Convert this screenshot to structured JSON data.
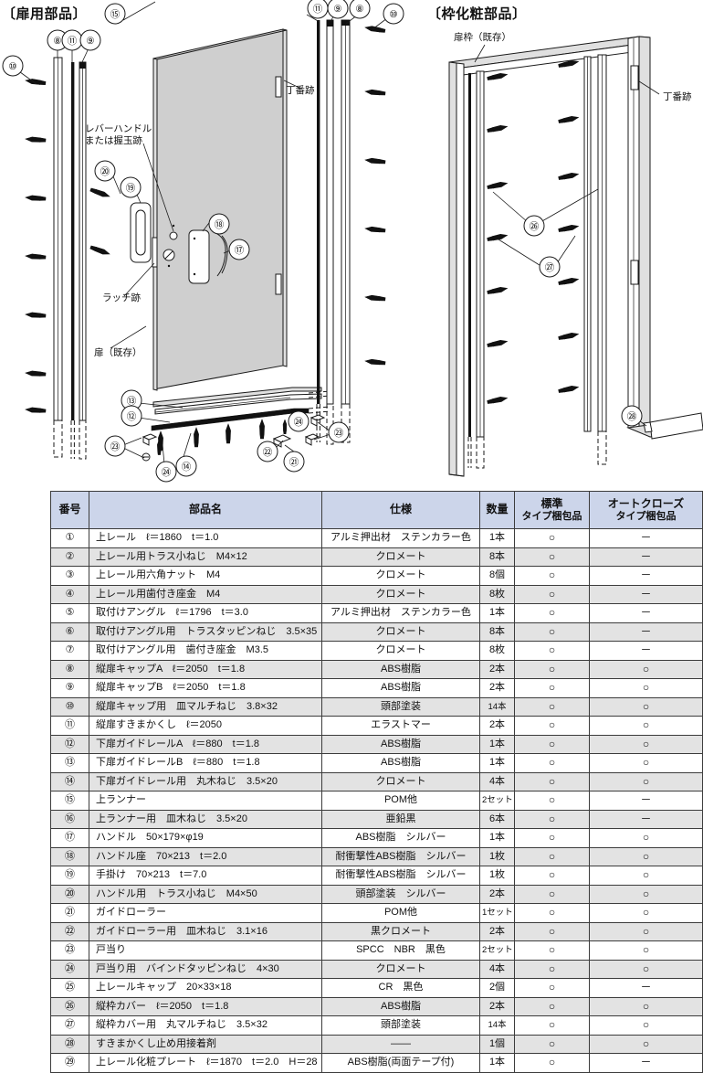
{
  "diagram": {
    "section_titles": {
      "door": "〔扉用部品〕",
      "frame": "〔枠化粧部品〕"
    },
    "labels": {
      "hinge_mark_left": "丁番跡",
      "lever_handle": "レバーハンドル\nまたは握玉跡",
      "latch_mark": "ラッチ跡",
      "door_existing": "扉（既存）",
      "frame_existing": "扉枠（既存）",
      "hinge_mark_right": "丁番跡"
    },
    "callouts": [
      "8",
      "9",
      "10",
      "11",
      "12",
      "13",
      "14",
      "15",
      "17",
      "18",
      "19",
      "20",
      "21",
      "22",
      "23",
      "24",
      "26",
      "27",
      "28"
    ]
  },
  "table": {
    "headers": {
      "no": "番号",
      "name": "部品名",
      "spec": "仕様",
      "qty": "数量",
      "std_top": "標準",
      "std_bottom": "タイプ梱包品",
      "auto_top": "オートクローズ",
      "auto_bottom": "タイプ梱包品"
    },
    "rows": [
      {
        "no": "①",
        "name": "上レール　ℓ＝1860　t＝1.0",
        "spec": "アルミ押出材　ステンカラー色",
        "qty": "1本",
        "std": "○",
        "auto": "－"
      },
      {
        "no": "②",
        "name": "上レール用トラス小ねじ　M4×12",
        "spec": "クロメート",
        "qty": "8本",
        "std": "○",
        "auto": "－"
      },
      {
        "no": "③",
        "name": "上レール用六角ナット　M4",
        "spec": "クロメート",
        "qty": "8個",
        "std": "○",
        "auto": "－"
      },
      {
        "no": "④",
        "name": "上レール用歯付き座金　M4",
        "spec": "クロメート",
        "qty": "8枚",
        "std": "○",
        "auto": "－"
      },
      {
        "no": "⑤",
        "name": "取付けアングル　ℓ＝1796　t＝3.0",
        "spec": "アルミ押出材　ステンカラー色",
        "qty": "1本",
        "std": "○",
        "auto": "－"
      },
      {
        "no": "⑥",
        "name": "取付けアングル用　トラスタッピンねじ　3.5×35",
        "spec": "クロメート",
        "qty": "8本",
        "std": "○",
        "auto": "－"
      },
      {
        "no": "⑦",
        "name": "取付けアングル用　歯付き座金　M3.5",
        "spec": "クロメート",
        "qty": "8枚",
        "std": "○",
        "auto": "－"
      },
      {
        "no": "⑧",
        "name": "縦扉キャップA　ℓ＝2050　t＝1.8",
        "spec": "ABS樹脂",
        "qty": "2本",
        "std": "○",
        "auto": "○"
      },
      {
        "no": "⑨",
        "name": "縦扉キャップB　ℓ＝2050　t＝1.8",
        "spec": "ABS樹脂",
        "qty": "2本",
        "std": "○",
        "auto": "○"
      },
      {
        "no": "⑩",
        "name": "縦扉キャップ用　皿マルチねじ　3.8×32",
        "spec": "頭部塗装",
        "qty": "14本",
        "std": "○",
        "auto": "○"
      },
      {
        "no": "⑪",
        "name": "縦扉すきまかくし　ℓ＝2050",
        "spec": "エラストマー",
        "qty": "2本",
        "std": "○",
        "auto": "○"
      },
      {
        "no": "⑫",
        "name": "下扉ガイドレールA　ℓ＝880　t＝1.8",
        "spec": "ABS樹脂",
        "qty": "1本",
        "std": "○",
        "auto": "○"
      },
      {
        "no": "⑬",
        "name": "下扉ガイドレールB　ℓ＝880　t＝1.8",
        "spec": "ABS樹脂",
        "qty": "1本",
        "std": "○",
        "auto": "○"
      },
      {
        "no": "⑭",
        "name": "下扉ガイドレール用　丸木ねじ　3.5×20",
        "spec": "クロメート",
        "qty": "4本",
        "std": "○",
        "auto": "○"
      },
      {
        "no": "⑮",
        "name": "上ランナー",
        "spec": "POM他",
        "qty": "2セット",
        "std": "○",
        "auto": "－"
      },
      {
        "no": "⑯",
        "name": "上ランナー用　皿木ねじ　3.5×20",
        "spec": "亜鉛黒",
        "qty": "6本",
        "std": "○",
        "auto": "－"
      },
      {
        "no": "⑰",
        "name": "ハンドル　50×179×φ19",
        "spec": "ABS樹脂　シルバー",
        "qty": "1本",
        "std": "○",
        "auto": "○"
      },
      {
        "no": "⑱",
        "name": "ハンドル座　70×213　t＝2.0",
        "spec": "耐衝撃性ABS樹脂　シルバー",
        "qty": "1枚",
        "std": "○",
        "auto": "○"
      },
      {
        "no": "⑲",
        "name": "手掛け　70×213　t＝7.0",
        "spec": "耐衝撃性ABS樹脂　シルバー",
        "qty": "1枚",
        "std": "○",
        "auto": "○"
      },
      {
        "no": "⑳",
        "name": "ハンドル用　トラス小ねじ　M4×50",
        "spec": "頭部塗装　シルバー",
        "qty": "2本",
        "std": "○",
        "auto": "○"
      },
      {
        "no": "㉑",
        "name": "ガイドローラー",
        "spec": "POM他",
        "qty": "1セット",
        "std": "○",
        "auto": "○"
      },
      {
        "no": "㉒",
        "name": "ガイドローラー用　皿木ねじ　3.1×16",
        "spec": "黒クロメート",
        "qty": "2本",
        "std": "○",
        "auto": "○"
      },
      {
        "no": "㉓",
        "name": "戸当り",
        "spec": "SPCC　NBR　黒色",
        "qty": "2セット",
        "std": "○",
        "auto": "○"
      },
      {
        "no": "㉔",
        "name": "戸当り用　バインドタッピンねじ　4×30",
        "spec": "クロメート",
        "qty": "4本",
        "std": "○",
        "auto": "○"
      },
      {
        "no": "㉕",
        "name": "上レールキャップ　20×33×18",
        "spec": "CR　黒色",
        "qty": "2個",
        "std": "○",
        "auto": "－"
      },
      {
        "no": "㉖",
        "name": "縦枠カバー　ℓ＝2050　t＝1.8",
        "spec": "ABS樹脂",
        "qty": "2本",
        "std": "○",
        "auto": "○"
      },
      {
        "no": "㉗",
        "name": "縦枠カバー用　丸マルチねじ　3.5×32",
        "spec": "頭部塗装",
        "qty": "14本",
        "std": "○",
        "auto": "○"
      },
      {
        "no": "㉘",
        "name": "すきまかくし止め用接着剤",
        "spec": "——",
        "qty": "1個",
        "std": "○",
        "auto": "○"
      },
      {
        "no": "㉙",
        "name": "上レール化粧プレート　ℓ＝1870　t＝2.0　H＝28",
        "spec": "ABS樹脂(両面テープ付)",
        "qty": "1本",
        "std": "○",
        "auto": "－"
      }
    ]
  },
  "colors": {
    "header_bg": "#ccd5ea",
    "row_alt_bg": "#e3e3e3",
    "border": "#3c3c3c",
    "panel_fill": "#cfcfcf"
  }
}
